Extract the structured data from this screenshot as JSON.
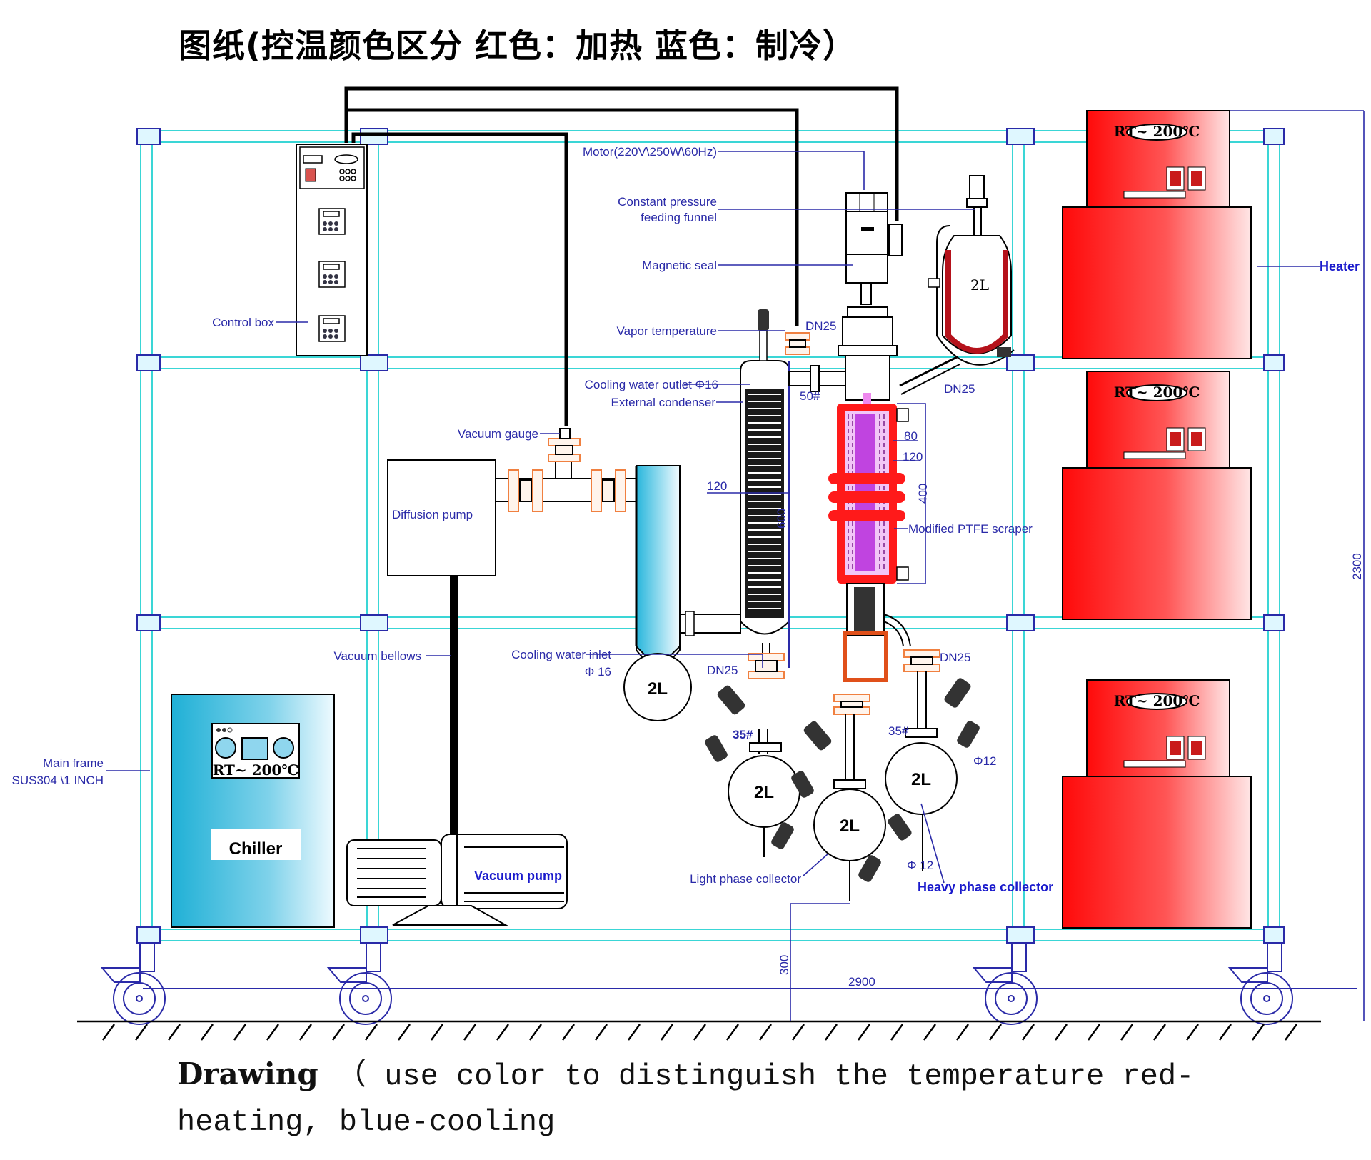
{
  "title": "图纸(控温颜色区分 红色：加热 蓝色：制冷）",
  "caption": {
    "bold": "Drawing",
    "text": " （ use color to distinguish the temperature red-heating, blue-cooling"
  },
  "colors": {
    "heating": "#ff1a1a",
    "cooling": "#2bb3d9",
    "frame": "#3ad6d6",
    "annotation": "#2a2aa8",
    "scraper": "#cc44ee",
    "flange": "#f08040"
  },
  "labels": {
    "motor": "Motor(220V\\250W\\60Hz)",
    "feeding_funnel_1": "Constant pressure",
    "feeding_funnel_2": "feeding funnel",
    "magnetic_seal": "Magnetic seal",
    "vapor_temperature": "Vapor temperature",
    "cooling_outlet": "Cooling water outlet Φ16",
    "external_condenser": "External condenser",
    "vacuum_gauge": "Vacuum gauge",
    "diffusion_pump": "Diffusion pump",
    "control_box": "Control box",
    "vacuum_bellows": "Vacuum bellows",
    "cooling_inlet": "Cooling water inlet",
    "cooling_inlet_size": "Φ 16",
    "main_frame_1": "Main frame",
    "main_frame_2": "SUS304 \\1 INCH",
    "chiller": "Chiller",
    "chiller_range": "RT~ 200℃",
    "vacuum_pump": "Vacuum pump",
    "scraper": "Modified PTFE scraper",
    "light_phase": "Light phase collector",
    "heavy_phase": "Heavy phase collector",
    "heater": "Heater",
    "heater_range": "RT~ 200℃"
  },
  "dimensions": {
    "dn25_vapor": "DN25",
    "dn25_feed": "DN25",
    "dn25_condenser": "DN25",
    "dn25_heavy": "DN25",
    "joint_50": "50#",
    "joint_35_left": "35#",
    "joint_35_right": "35#",
    "d80": "80",
    "d120_jacket": "120",
    "d400": "400",
    "d120_condenser": "120",
    "d_condenser_len": "600",
    "phi12_top": "Φ12",
    "phi12_bottom": "Φ 12",
    "height_300": "300",
    "width_2900": "2900",
    "height_2300": "2300"
  },
  "volumes": {
    "feed_flask": "2L",
    "cold_trap_flask": "2L",
    "collector_left": "2L",
    "collector_middle": "2L",
    "collector_right": "2L"
  }
}
